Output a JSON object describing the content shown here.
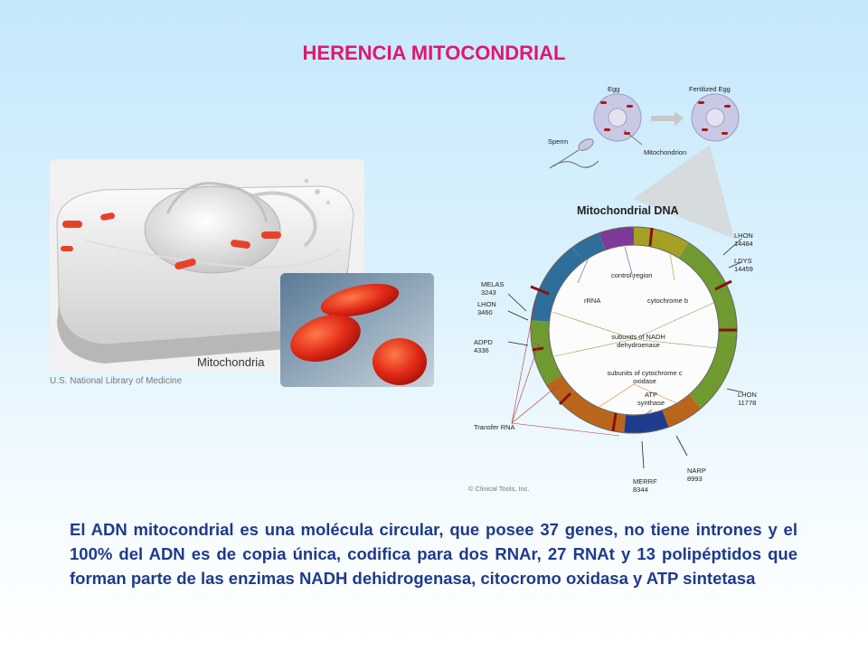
{
  "title": "HERENCIA MITOCONDRIAL",
  "cell_image": {
    "caption": "Mitochondria",
    "credit": "U.S. National Library of Medicine"
  },
  "diagram": {
    "egg": "Egg",
    "fertilized_egg": "Fertilized Egg",
    "sperm": "Sperm",
    "mitochondrion": "Mitochondrion",
    "mtdna_title": "Mitochondrial DNA",
    "regions": {
      "control_region": "control region",
      "rrna": "rRNA",
      "cytochrome_b": "cytochrome b",
      "nadh_line1": "subunits of NADH",
      "nadh_line2": "dehydroenase",
      "cox_line1": "subunits of cytochrome c",
      "cox_line2": "oxidase",
      "atp_line1": "ATP",
      "atp_line2": "synthase"
    },
    "mutations": {
      "melas_name": "MELAS",
      "melas_pos": "3243",
      "lhon1_name": "LHON",
      "lhon1_pos": "3460",
      "adpd_name": "ADPD",
      "adpd_pos": "4336",
      "transfer_rna": "Transfer RNA",
      "lhon2_name": "LHON",
      "lhon2_pos": "14484",
      "ldys_name": "LDYS",
      "ldys_pos": "14459",
      "lhon3_name": "LHON",
      "lhon3_pos": "11778",
      "narp_name": "NARP",
      "narp_pos": "8993",
      "merrf_name": "MERRF",
      "merrf_pos": "8344"
    },
    "copyright": "© Clinical Tools, Inc."
  },
  "body_text": "El ADN mitocondrial es una molécula circular, que posee 37 genes, no tiene intrones y el 100% del ADN es de copia única, codifica para dos RNAr, 27 RNAt y 13 polipéptidos que forman parte de las enzimas NADH dehidrogenasa, citocromo oxidasa y ATP sintetasa",
  "colors": {
    "title": "#e0186c",
    "body_text": "#1f3a8a",
    "ring_green": "#6f9a2f",
    "ring_blue": "#2e6e9a",
    "ring_purple": "#7d3b97",
    "ring_olive": "#a5a023",
    "ring_orange": "#b9661b",
    "ring_navy": "#1f3c8c",
    "mitochondria_red": "#e8412a"
  }
}
